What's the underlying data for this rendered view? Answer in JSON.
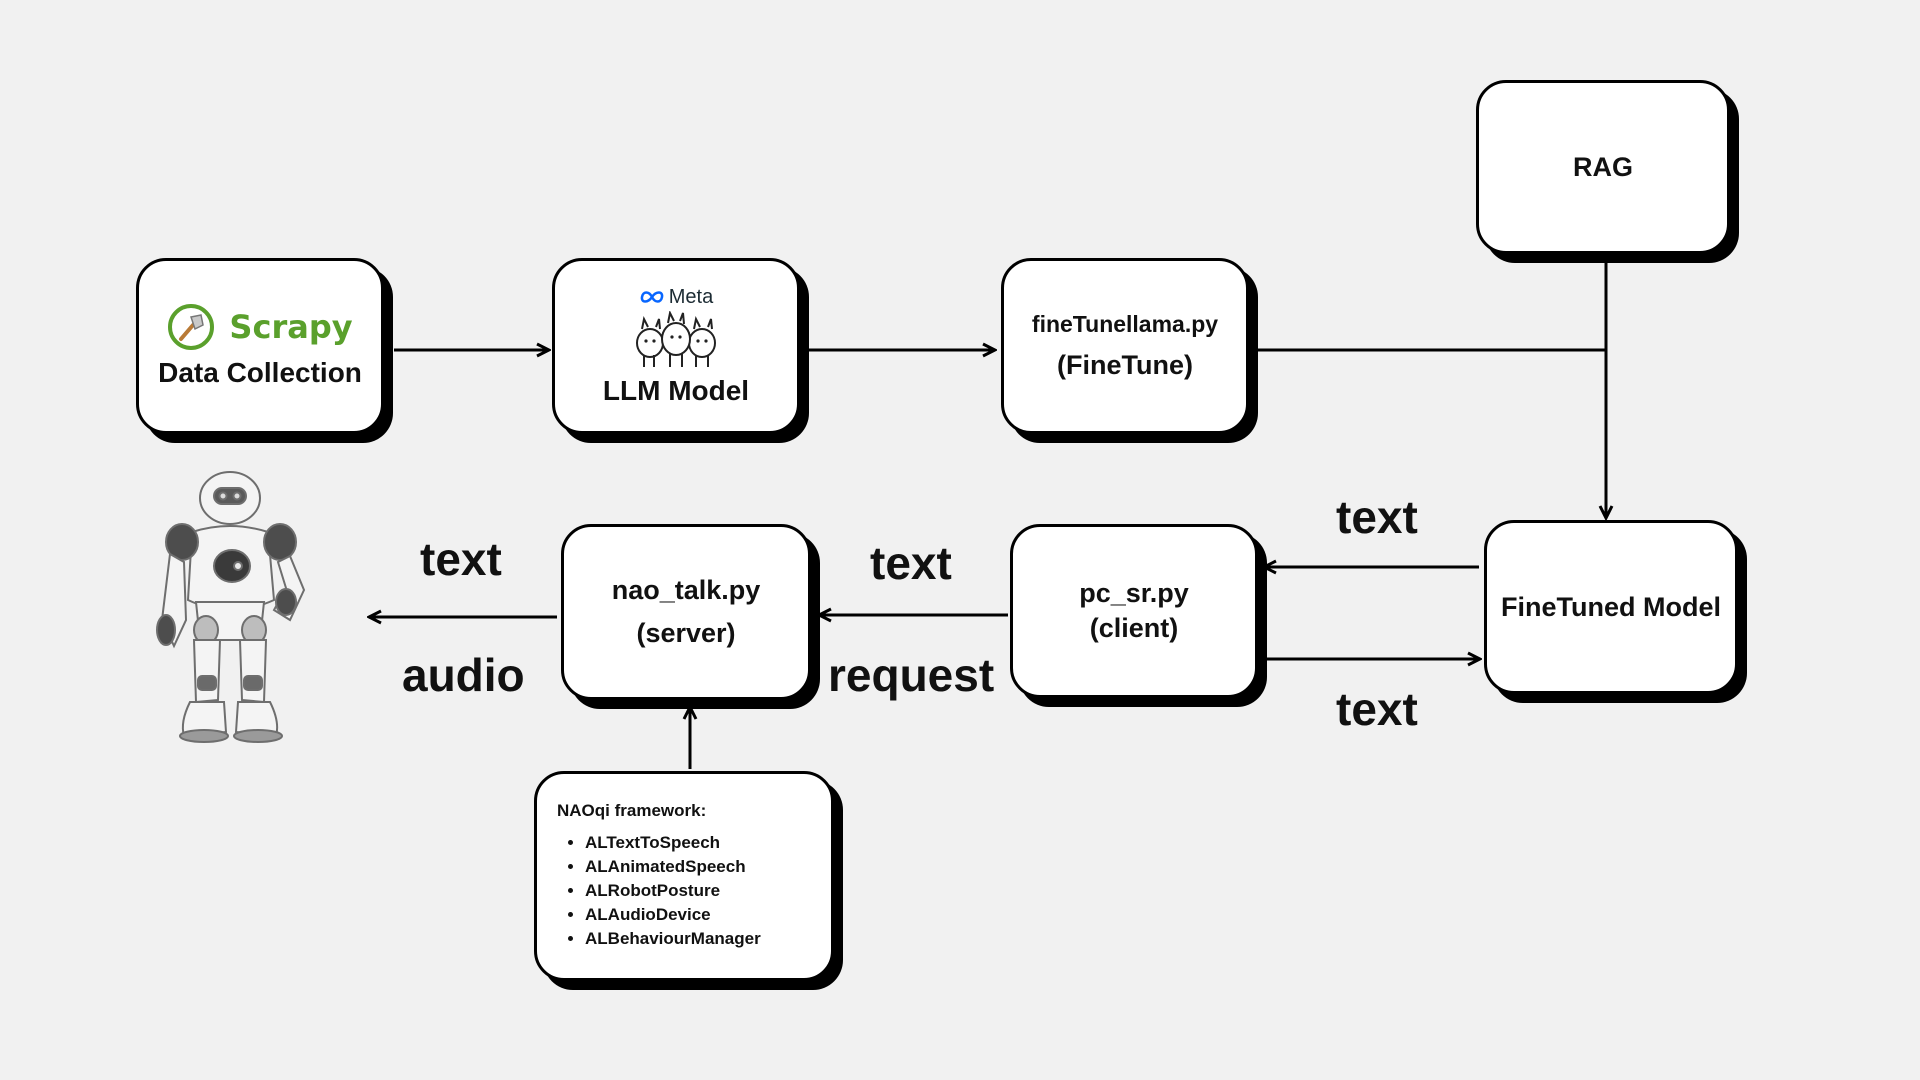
{
  "nodes": {
    "scrapy_logo": "Scrapy",
    "data_collection": "Data Collection",
    "meta_logo": "Meta",
    "llm_model": "LLM Model",
    "finetune_script": "fineTunellama.py",
    "finetune_sub": "(FineTune)",
    "rag": "RAG",
    "finetuned_model": "FineTuned Model",
    "pc_sr_script": "pc_sr.py",
    "pc_sr_sub": "(client)",
    "nao_talk_script": "nao_talk.py",
    "nao_talk_sub": "(server)",
    "naoqi_title": "NAOqi framework:",
    "naoqi_items": [
      "ALTextToSpeech",
      "ALAnimatedSpeech",
      "ALRobotPosture",
      "ALAudioDevice",
      "ALBehaviourManager"
    ]
  },
  "edge_labels": {
    "ft_to_client_top": "text",
    "client_to_ft_bottom": "text",
    "client_to_server_top": "text",
    "client_to_server_bottom": "request",
    "server_to_robot_top": "text",
    "server_to_robot_bottom": "audio"
  },
  "icons": {
    "scrapy": "scrapy-spatula-icon",
    "meta": "meta-infinity-icon",
    "llama": "llama-herd-icon",
    "robot": "nao-robot-icon"
  },
  "colors": {
    "background": "#f1f1f1",
    "node_fill": "#ffffff",
    "stroke": "#000000",
    "scrapy_green": "#5aa02c",
    "meta_blue": "#0866ff"
  }
}
